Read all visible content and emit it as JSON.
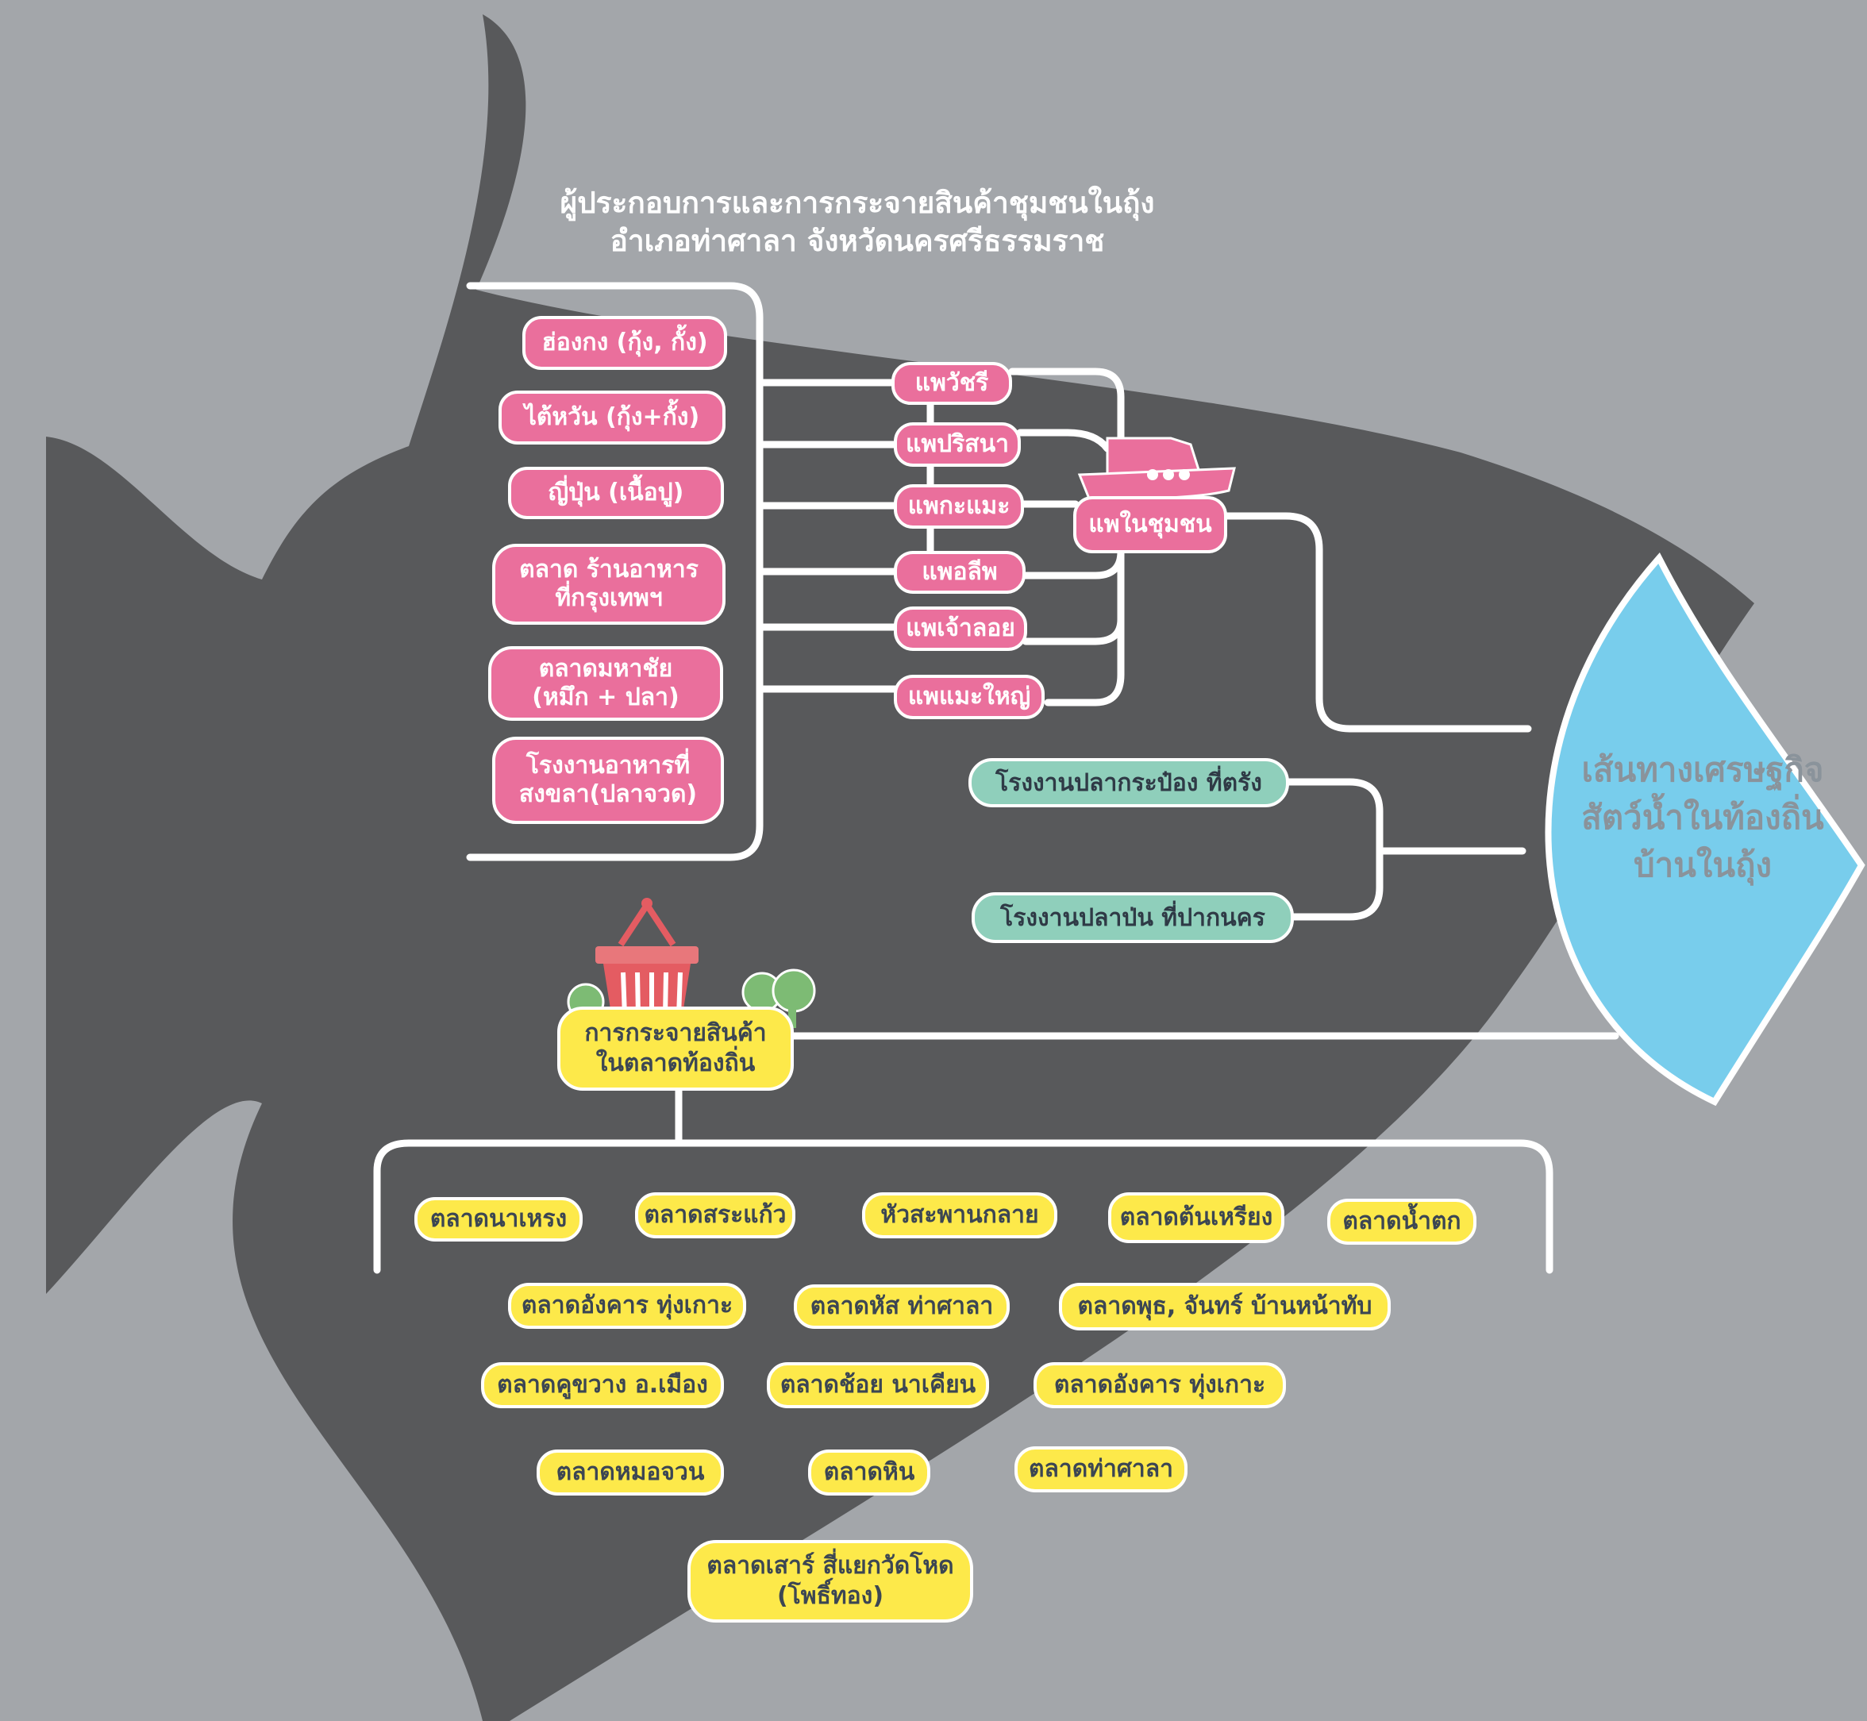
{
  "title": {
    "line1": "ผู้ประกอบการและการกระจายสินค้าชุมชนในถุ้ง",
    "line2": "อำเภอท่าศาลา จังหวัดนครศรีธรรมราช"
  },
  "hub": {
    "line1": "เส้นทางเศรษฐกิจ",
    "line2": "สัตว์น้ำในท้องถิ่น",
    "line3": "บ้านในถุ้ง"
  },
  "destinations": [
    {
      "line1": "ฮ่องกง (กุ้ง, กั้ง)",
      "line2": ""
    },
    {
      "line1": "ไต้หวัน (กุ้ง+กั้ง)",
      "line2": ""
    },
    {
      "line1": "ญี่ปุ่น (เนื้อปู)",
      "line2": ""
    },
    {
      "line1": "ตลาด ร้านอาหาร",
      "line2": "ที่กรุงเทพฯ"
    },
    {
      "line1": "ตลาดมหาชัย",
      "line2": "(หมึก + ปลา)"
    },
    {
      "line1": "โรงงานอาหารที่",
      "line2": "สงขลา(ปลาจวด)"
    }
  ],
  "rafts": [
    "แพวัชรี",
    "แพปริสนา",
    "แพกะแมะ",
    "แพอลีพ",
    "แพเจ้าลอย",
    "แพแมะใหญ่"
  ],
  "community_raft": "แพในชุมชน",
  "factories": [
    "โรงงานปลากระป๋อง ที่ตรัง",
    "โรงงานปลาป่น ที่ปากนคร"
  ],
  "local_distribution": {
    "line1": "การกระจายสินค้า",
    "line2": "ในตลาดท้องถิ่น"
  },
  "markets": [
    {
      "line1": "ตลาดนาเหรง",
      "line2": ""
    },
    {
      "line1": "ตลาดสระแก้ว",
      "line2": ""
    },
    {
      "line1": "หัวสะพานกลาย",
      "line2": ""
    },
    {
      "line1": "ตลาดต้นเหรียง",
      "line2": ""
    },
    {
      "line1": "ตลาดน้ำตก",
      "line2": ""
    },
    {
      "line1": "ตลาดอังคาร ทุ่งเกาะ",
      "line2": ""
    },
    {
      "line1": "ตลาดหัส ท่าศาลา",
      "line2": ""
    },
    {
      "line1": "ตลาดพุธ, จันทร์ บ้านหน้าทับ",
      "line2": ""
    },
    {
      "line1": "ตลาดคูขวาง อ.เมือง",
      "line2": ""
    },
    {
      "line1": "ตลาดช้อย นาเคียน",
      "line2": ""
    },
    {
      "line1": "ตลาดอังคาร ทุ่งเกาะ",
      "line2": ""
    },
    {
      "line1": "ตลาดหมอจวน",
      "line2": ""
    },
    {
      "line1": "ตลาดหิน",
      "line2": ""
    },
    {
      "line1": "ตลาดท่าศาลา",
      "line2": ""
    },
    {
      "line1": "ตลาดเสาร์ สี่แยกวัดโหด",
      "line2": "(โพธิ์ทอง)"
    }
  ],
  "icons": {
    "boat": "longtail-boat-icon",
    "basket": "shopping-basket-icon",
    "trees": "tree-icon"
  },
  "colors": {
    "background": "#a3a6aa",
    "fish": "#58595b",
    "hub": "#78cdec",
    "pink": "#ea6f9c",
    "green": "#8fcfbb",
    "yellow": "#fde94a",
    "connector": "#ffffff"
  }
}
